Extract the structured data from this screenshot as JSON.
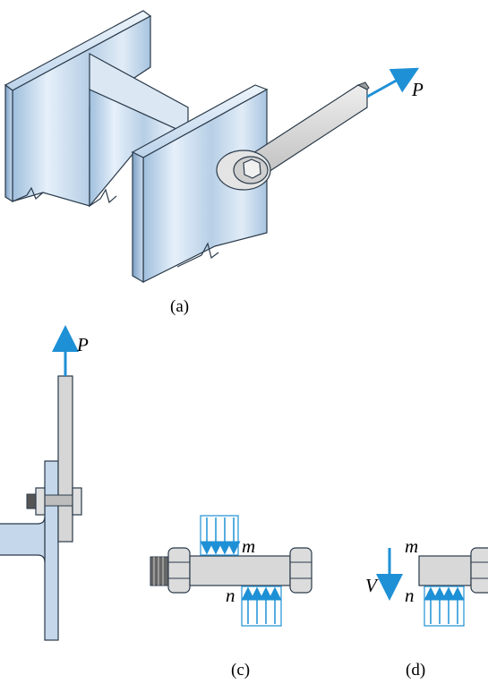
{
  "figure_a": {
    "caption": "(a)",
    "load_label": "P"
  },
  "figure_b": {
    "load_label": "P"
  },
  "figure_c": {
    "caption": "(c)",
    "section_top_label": "m",
    "section_bottom_label": "n"
  },
  "figure_d": {
    "caption": "(d)",
    "section_top_label": "m",
    "section_bottom_label": "n",
    "shear_label": "V"
  },
  "colors": {
    "arrow": "#1e90d6",
    "steel_light": "#cfe0f0",
    "steel_mid": "#9fbfdd",
    "steel_dark": "#6f93b8",
    "bolt_gray": "#d4d4d4"
  }
}
